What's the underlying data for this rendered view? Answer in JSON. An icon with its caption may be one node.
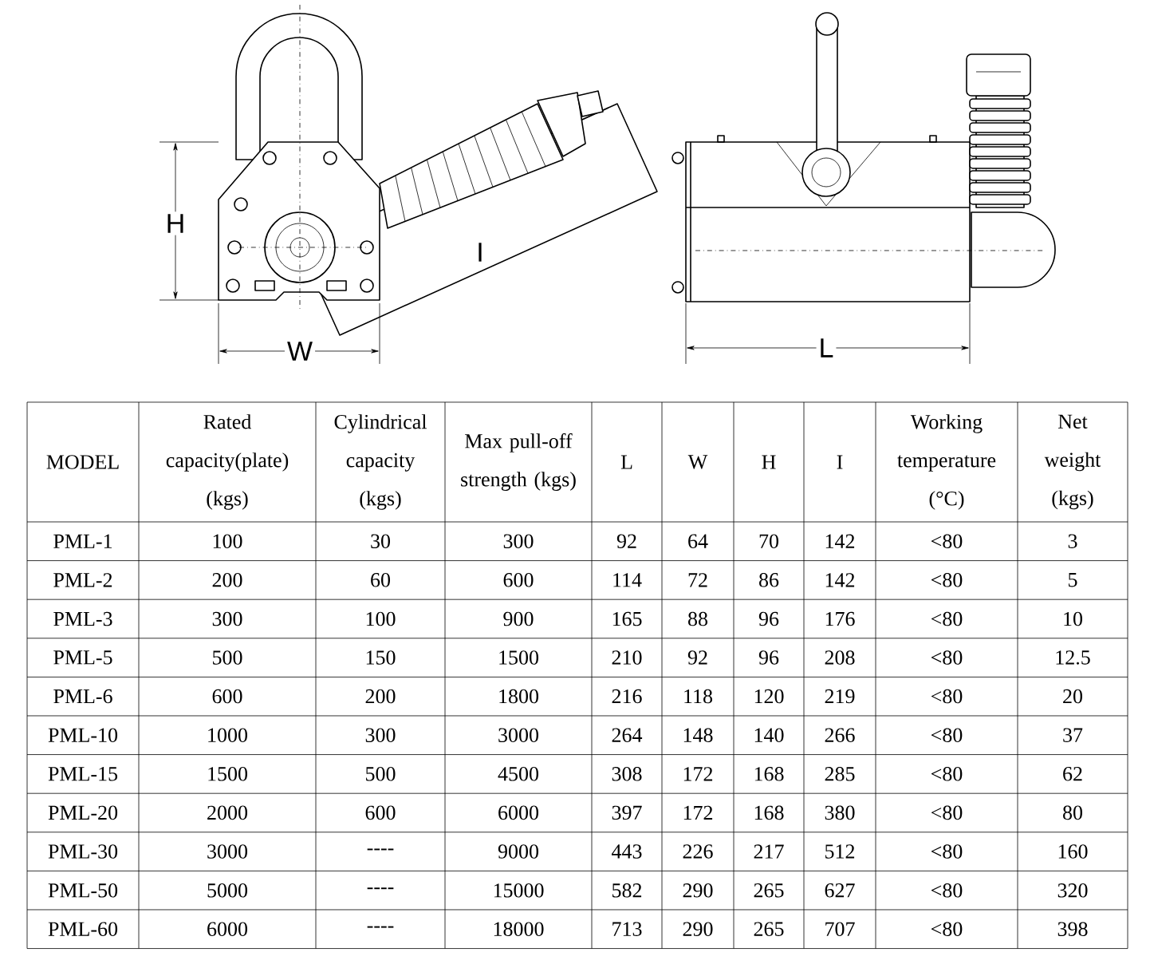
{
  "diagram": {
    "labels": [
      "H",
      "I",
      "W",
      "L",
      "MODEL",
      "Rated capacity(plate) (kgs)",
      "Cylindrical capacity (kgs)",
      "Max pull-off strength (kgs)",
      "L",
      "W",
      "H",
      "I",
      "Working temperature (°C)",
      "Net weight (kgs)",
      "PML-1",
      "100",
      "30",
      "300",
      "92",
      "64",
      "70",
      "142",
      "<80",
      "3",
      "PML-2",
      "200",
      "60",
      "600",
      "114",
      "72",
      "86",
      "142",
      "<80",
      "5",
      "PML-3",
      "300",
      "100",
      "900",
      "165",
      "88",
      "96",
      "176",
      "<80",
      "10",
      "PML-5",
      "500",
      "150",
      "1500",
      "210",
      "92",
      "96",
      "208",
      "<80",
      "12.5",
      "PML-6",
      "600",
      "200",
      "1800",
      "216",
      "118",
      "120",
      "219",
      "<80",
      "20",
      "PML-10",
      "1000",
      "300",
      "3000",
      "264",
      "148",
      "140",
      "266",
      "<80",
      "37",
      "PML-15",
      "1500",
      "500",
      "4500",
      "308",
      "172",
      "168",
      "285",
      "<80",
      "62",
      "PML-20",
      "2000",
      "600",
      "6000",
      "397",
      "172",
      "168",
      "380",
      "<80",
      "80",
      "PML-30",
      "3000",
      "----",
      "9000",
      "443",
      "226",
      "217",
      "512",
      "<80",
      "160",
      "PML-50",
      "5000",
      "----",
      "15000",
      "582",
      "290",
      "265",
      "627",
      "<80",
      "320",
      "PML-60",
      "6000",
      "----",
      "18000",
      "713",
      "290",
      "265",
      "707",
      "<80",
      "398"
    ]
  }
}
